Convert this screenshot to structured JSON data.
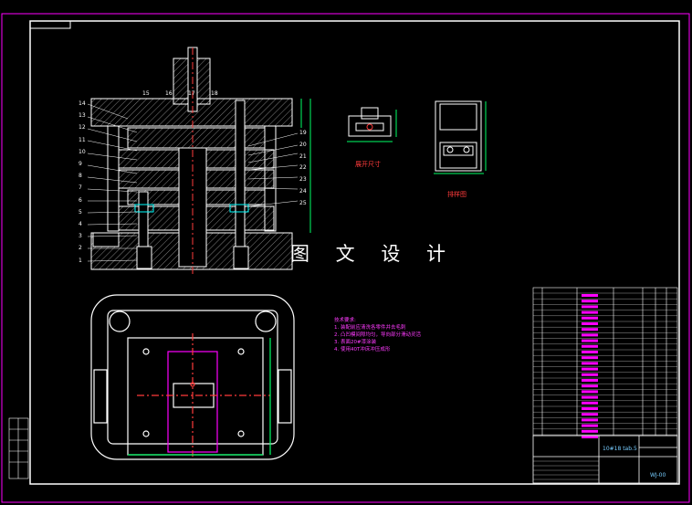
{
  "watermark": "图 文 设 计",
  "captions": {
    "part_view": "展开尺寸",
    "strip_layout": "排样图"
  },
  "tech_notes": {
    "title": "技术要求:",
    "items": [
      "1. 装配前应清洗各零件并去毛刺",
      "2. 凸凹模间隙均匀，导向部分滑动灵活",
      "3. 表面20#漆涂装",
      "4. 使用40T冲床冲压成形"
    ]
  },
  "part_numbers_left": [
    "14",
    "13",
    "12",
    "11",
    "10",
    "9",
    "8",
    "7",
    "6",
    "5",
    "4",
    "3",
    "2",
    "1"
  ],
  "part_numbers_top": [
    "15",
    "16",
    "17",
    "18"
  ],
  "part_numbers_right": [
    "19",
    "20",
    "21",
    "22",
    "23",
    "24",
    "25"
  ],
  "title_block": {
    "scale_text": "10#18 tab.5",
    "drawing_no": "WJ-00"
  },
  "colors": {
    "frame": "#ff00ff",
    "outline": "#ffffff",
    "centerline": "#ff3b3b",
    "dimension": "#00ff66",
    "hatch": "#ffffff",
    "cyan": "#00ffff"
  }
}
